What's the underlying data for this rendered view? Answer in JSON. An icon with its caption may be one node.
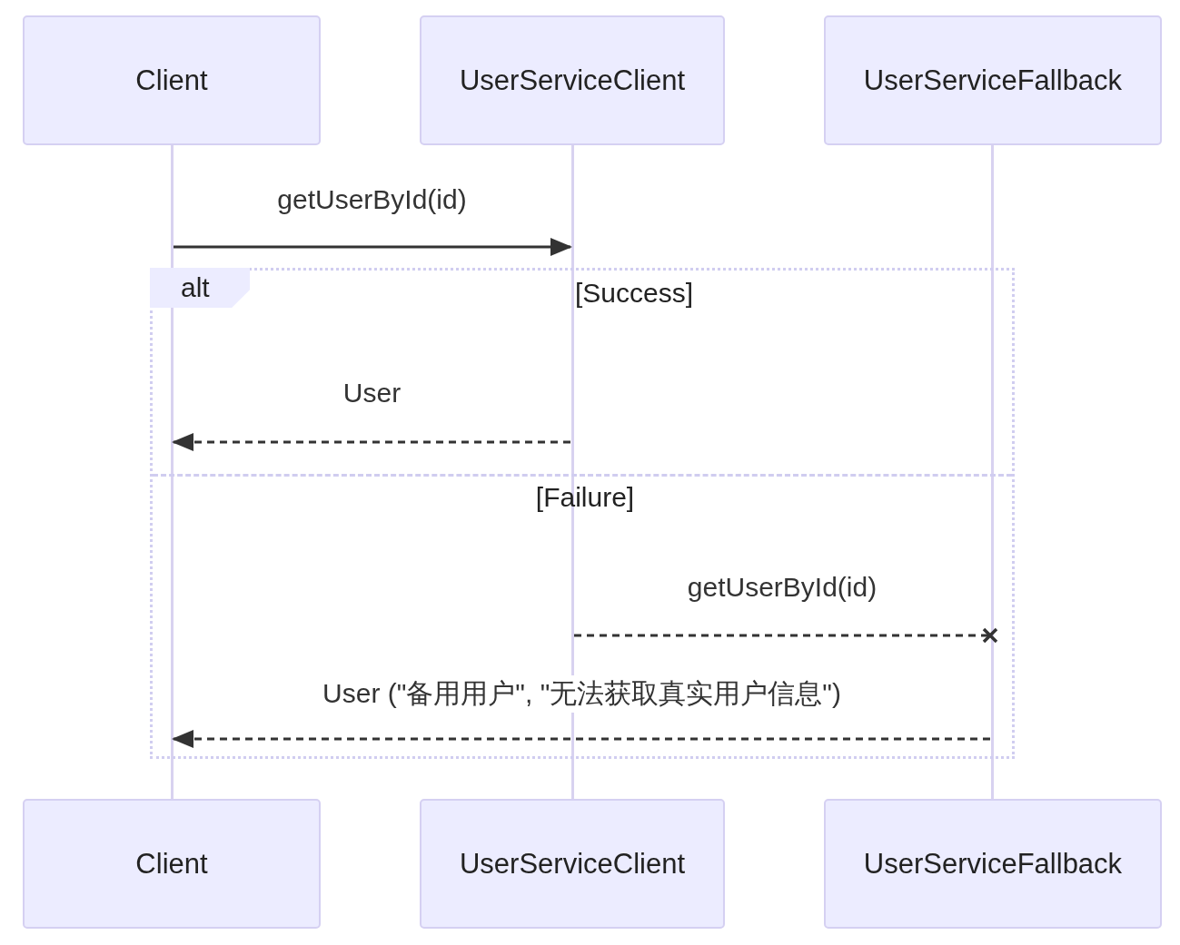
{
  "diagram": {
    "nodes": [
      {
        "text": [
          "Client"
        ]
      },
      {
        "text": [
          "UserServiceClient"
        ]
      },
      {
        "text": [
          "UserServiceFallback"
        ]
      },
      {
        "text": [],
        "shape": "bar"
      },
      {
        "text": [],
        "shape": "bar"
      },
      {
        "text": [],
        "shape": "bar"
      },
      {
        "text": [
          "Client"
        ]
      },
      {
        "text": [
          "UserServiceClient"
        ]
      },
      {
        "text": [
          "UserServiceFallback"
        ]
      }
    ],
    "edges": [
      {
        "from": 3,
        "to": 4,
        "arrow": "to",
        "label": "getUserById(id)"
      },
      {
        "from": 4,
        "to": 3,
        "arrow": "to",
        "label": "User",
        "style": "dashed"
      },
      {
        "from": 4,
        "to": 5,
        "arrow": "other",
        "label": "getUserById(id)",
        "style": "dashed"
      },
      {
        "from": 5,
        "to": 3,
        "arrow": "to",
        "label": "User (\"备用用户\", \"无法获取真实用户信息\")",
        "style": "dashed"
      }
    ],
    "labels": [
      "alt",
      "[Success]",
      "[Failure]"
    ]
  }
}
